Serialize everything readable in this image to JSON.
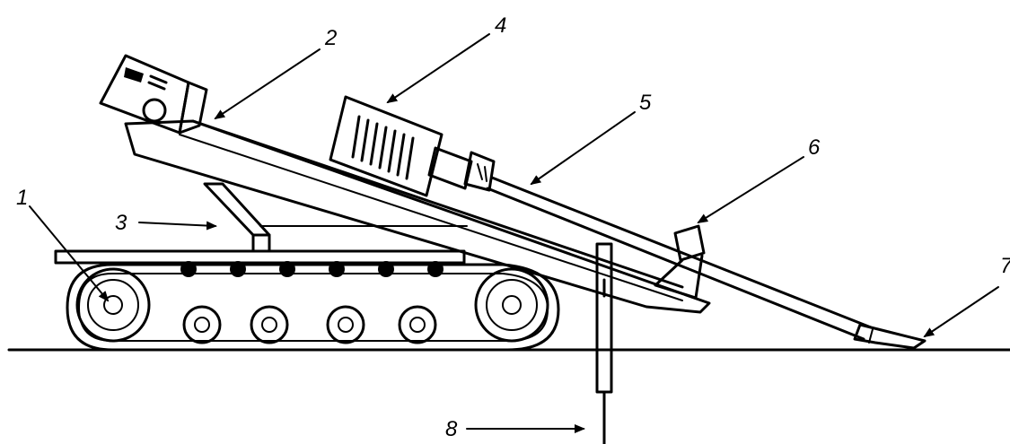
{
  "diagram": {
    "callouts": [
      {
        "id": "1",
        "text": "1"
      },
      {
        "id": "2",
        "text": "2"
      },
      {
        "id": "3",
        "text": "3"
      },
      {
        "id": "4",
        "text": "4"
      },
      {
        "id": "5",
        "text": "5"
      },
      {
        "id": "6",
        "text": "6"
      },
      {
        "id": "7",
        "text": "7"
      },
      {
        "id": "8",
        "text": "8"
      }
    ],
    "colors": {
      "ink": "#000000",
      "background": "#ffffff"
    }
  }
}
